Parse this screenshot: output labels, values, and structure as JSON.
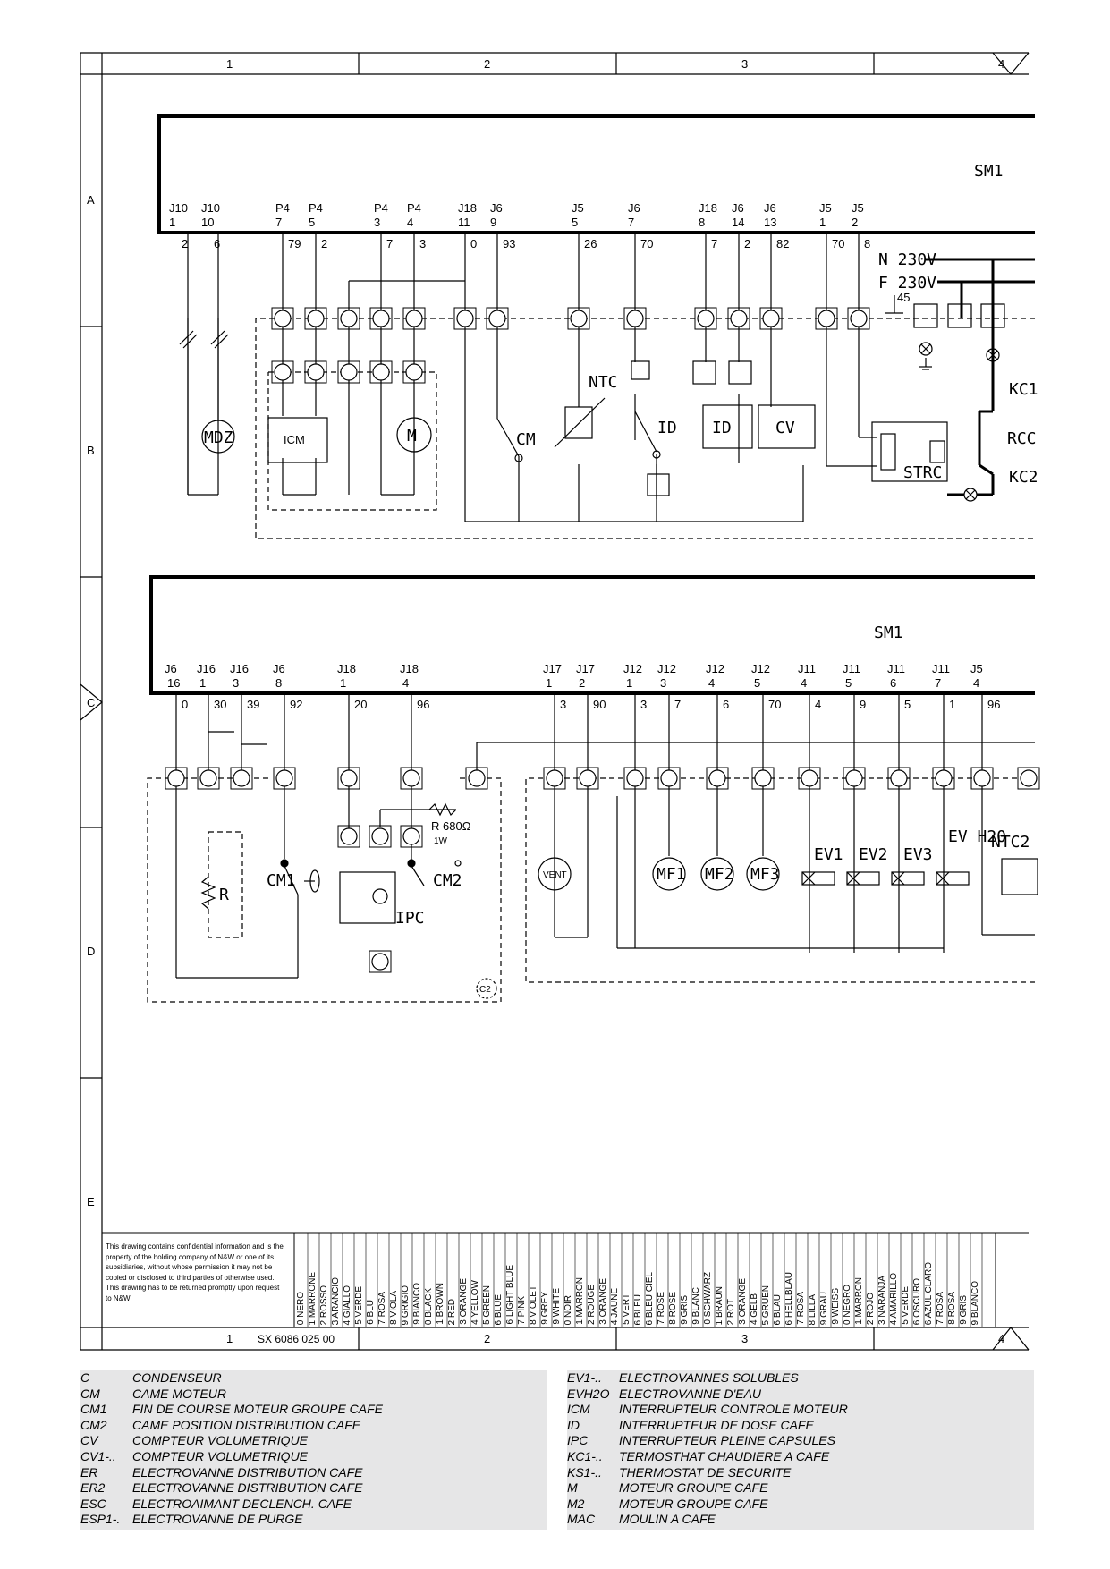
{
  "frame": {
    "columns": [
      "1",
      "2",
      "3",
      "4"
    ],
    "rows": [
      "A",
      "B",
      "C",
      "D",
      "E"
    ],
    "drawing_number": "SX 6086 025 00"
  },
  "board_label": "SM1",
  "top_connectors": [
    {
      "name": "J10",
      "pin": "1",
      "wire": "2"
    },
    {
      "name": "J10",
      "pin": "10",
      "wire": "6"
    },
    {
      "name": "P4",
      "pin": "7",
      "wire": "79"
    },
    {
      "name": "P4",
      "pin": "5",
      "wire": "2"
    },
    {
      "name": "P4",
      "pin": "3",
      "wire": "7"
    },
    {
      "name": "P4",
      "pin": "4",
      "wire": "3"
    },
    {
      "name": "J18",
      "pin": "11",
      "wire": "0"
    },
    {
      "name": "J6",
      "pin": "9",
      "wire": "93"
    },
    {
      "name": "J5",
      "pin": "5",
      "wire": "26"
    },
    {
      "name": "J6",
      "pin": "7",
      "wire": "70"
    },
    {
      "name": "J18",
      "pin": "8",
      "wire": "7"
    },
    {
      "name": "J6",
      "pin": "14",
      "wire": "2"
    },
    {
      "name": "J6",
      "pin": "13",
      "wire": "82"
    },
    {
      "name": "J5",
      "pin": "1",
      "wire": "70"
    },
    {
      "name": "J5",
      "pin": "2",
      "wire": "8"
    }
  ],
  "bottom_connectors": [
    {
      "name": "J6",
      "pin": "16",
      "wire": "0"
    },
    {
      "name": "J16",
      "pin": "1",
      "wire": "30"
    },
    {
      "name": "J16",
      "pin": "3",
      "wire": "39"
    },
    {
      "name": "J6",
      "pin": "8",
      "wire": "92"
    },
    {
      "name": "J18",
      "pin": "1",
      "wire": "20"
    },
    {
      "name": "J18",
      "pin": "4",
      "wire": "96"
    },
    {
      "name": "J17",
      "pin": "1",
      "wire": "3"
    },
    {
      "name": "J17",
      "pin": "2",
      "wire": "90"
    },
    {
      "name": "J12",
      "pin": "1",
      "wire": "3"
    },
    {
      "name": "J12",
      "pin": "3",
      "wire": "7"
    },
    {
      "name": "J12",
      "pin": "4",
      "wire": "6"
    },
    {
      "name": "J12",
      "pin": "5",
      "wire": "70"
    },
    {
      "name": "J11",
      "pin": "4",
      "wire": "4"
    },
    {
      "name": "J11",
      "pin": "5",
      "wire": "9"
    },
    {
      "name": "J11",
      "pin": "6",
      "wire": "5"
    },
    {
      "name": "J11",
      "pin": "7",
      "wire": "1"
    },
    {
      "name": "J5",
      "pin": "4",
      "wire": "96"
    }
  ],
  "power": {
    "neutral": "N  230V",
    "phase": "F  230V",
    "earth_wire": "45"
  },
  "components_top": [
    "MDZ",
    "ICM",
    "M",
    "CM",
    "NTC",
    "ID",
    "ID",
    "CV",
    "STRC",
    "RCC",
    "KC1",
    "KC2"
  ],
  "components_bottom": [
    "R",
    "CM1",
    "IPC",
    "CM2",
    "VENT",
    "MF1",
    "MF2",
    "MF3",
    "EV1",
    "EV2",
    "EV3",
    "EV H20",
    "NTC2",
    "C2"
  ],
  "resistor_label": "R  680Ω",
  "resistor_power": "1W",
  "confidential_note": "This drawing contains confidential information and is the property of the holding company of N&W or one of its subsidiaries, without whose permission it may not be copied or disclosed to third parties of otherwise used. This drawing has to be returned promptly upon request to N&W",
  "color_table": [
    [
      "0",
      "NERO"
    ],
    [
      "1",
      "MARRONE"
    ],
    [
      "2",
      "ROSSO"
    ],
    [
      "3",
      "ARANCIO"
    ],
    [
      "4",
      "GIALLO"
    ],
    [
      "5",
      "VERDE"
    ],
    [
      "6",
      "BLU"
    ],
    [
      "7",
      "ROSA"
    ],
    [
      "8",
      "VIOLA"
    ],
    [
      "9",
      "GRIGIO"
    ],
    [
      "9",
      "BIANCO"
    ],
    [
      "0",
      "BLACK"
    ],
    [
      "1",
      "BROWN"
    ],
    [
      "2",
      "RED"
    ],
    [
      "3",
      "ORANGE"
    ],
    [
      "4",
      "YELLOW"
    ],
    [
      "5",
      "GREEN"
    ],
    [
      "6",
      "BLUE"
    ],
    [
      "6",
      "LIGHT BLUE"
    ],
    [
      "7",
      "PINK"
    ],
    [
      "8",
      "VIOLET"
    ],
    [
      "9",
      "GREY"
    ],
    [
      "9",
      "WHITE"
    ],
    [
      "0",
      "NOIR"
    ],
    [
      "1",
      "MARRON"
    ],
    [
      "2",
      "ROUGE"
    ],
    [
      "3",
      "ORANGE"
    ],
    [
      "4",
      "JAUNE"
    ],
    [
      "5",
      "VERT"
    ],
    [
      "6",
      "BLEU"
    ],
    [
      "6",
      "BLEU CIEL"
    ],
    [
      "7",
      "ROSE"
    ],
    [
      "8",
      "ROSE"
    ],
    [
      "9",
      "GRIS"
    ],
    [
      "9",
      "BLANC"
    ],
    [
      "0",
      "SCHWARZ"
    ],
    [
      "1",
      "BRAUN"
    ],
    [
      "2",
      "ROT"
    ],
    [
      "3",
      "ORANGE"
    ],
    [
      "4",
      "GELB"
    ],
    [
      "5",
      "GRUEN"
    ],
    [
      "6",
      "BLAU"
    ],
    [
      "6",
      "HELLBLAU"
    ],
    [
      "7",
      "ROSA"
    ],
    [
      "8",
      "LILLA"
    ],
    [
      "9",
      "GRAU"
    ],
    [
      "9",
      "WEISS"
    ],
    [
      "0",
      "NEGRO"
    ],
    [
      "1",
      "MARRON"
    ],
    [
      "2",
      "ROJO"
    ],
    [
      "3",
      "NARANJA"
    ],
    [
      "4",
      "AMARILLO"
    ],
    [
      "5",
      "VERDE"
    ],
    [
      "6",
      "OSCURO"
    ],
    [
      "6",
      "AZUL CLARO"
    ],
    [
      "7",
      "ROSA"
    ],
    [
      "8",
      "ROSA"
    ],
    [
      "9",
      "GRIS"
    ],
    [
      "9",
      "BLANCO"
    ]
  ],
  "legend_left": [
    {
      "code": "C",
      "desc": "CONDENSEUR"
    },
    {
      "code": "CM",
      "desc": "CAME MOTEUR"
    },
    {
      "code": "CM1",
      "desc": "FIN DE COURSE MOTEUR GROUPE CAFE"
    },
    {
      "code": "CM2",
      "desc": "CAME POSITION DISTRIBUTION CAFE"
    },
    {
      "code": "CV",
      "desc": "COMPTEUR VOLUMETRIQUE"
    },
    {
      "code": "CV1-..",
      "desc": "COMPTEUR VOLUMETRIQUE"
    },
    {
      "code": "ER",
      "desc": "ELECTROVANNE DISTRIBUTION CAFE"
    },
    {
      "code": "ER2",
      "desc": "ELECTROVANNE DISTRIBUTION CAFE"
    },
    {
      "code": "ESC",
      "desc": "ELECTROAIMANT DECLENCH. CAFE"
    },
    {
      "code": "ESP1-.",
      "desc": "ELECTROVANNE DE PURGE"
    }
  ],
  "legend_right": [
    {
      "code": "EV1-..",
      "desc": "ELECTROVANNES SOLUBLES"
    },
    {
      "code": "EVH2O",
      "desc": "ELECTROVANNE D'EAU"
    },
    {
      "code": "ICM",
      "desc": "INTERRUPTEUR CONTROLE MOTEUR"
    },
    {
      "code": "ID",
      "desc": "INTERRUPTEUR DE DOSE CAFE"
    },
    {
      "code": "IPC",
      "desc": "INTERRUPTEUR PLEINE CAPSULES"
    },
    {
      "code": "KC1-..",
      "desc": "TERMOSTHAT CHAUDIERE A CAFE"
    },
    {
      "code": "KS1-..",
      "desc": "THERMOSTAT DE SECURITE"
    },
    {
      "code": "M",
      "desc": "MOTEUR GROUPE CAFE"
    },
    {
      "code": "M2",
      "desc": "MOTEUR GROUPE CAFE"
    },
    {
      "code": "MAC",
      "desc": "MOULIN A CAFE"
    }
  ]
}
